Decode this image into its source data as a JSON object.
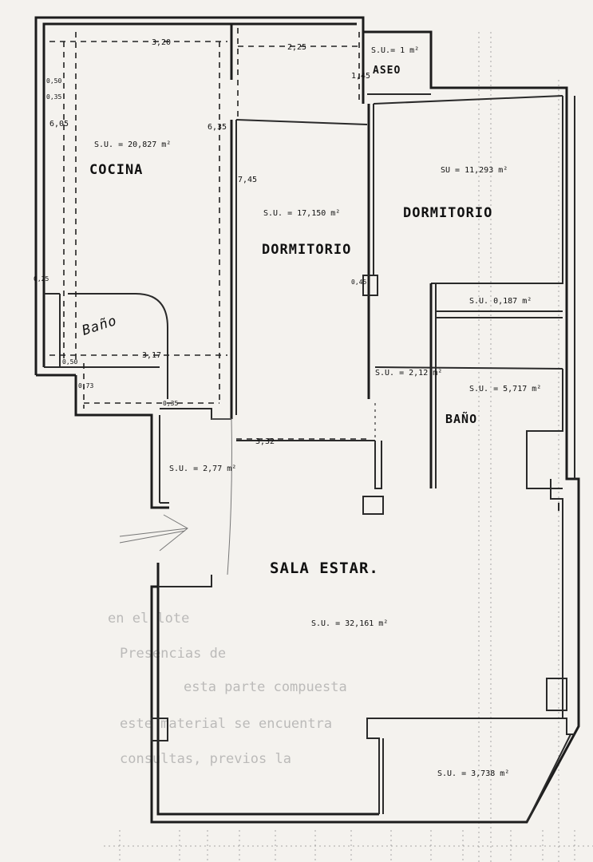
{
  "rooms": {
    "cocina": {
      "name": "COCINA",
      "area": "S.U. = 20,827 m²"
    },
    "aseo": {
      "name": "ASEO",
      "area": "S.U.= 1 m²"
    },
    "dormitorio_centro": {
      "name": "DORMITORIO",
      "area": "S.U. = 17,150 m²"
    },
    "dormitorio_derecha": {
      "name": "DORMITORIO",
      "area": "SU = 11,293 m²"
    },
    "bano_izq": {
      "name": "Baño"
    },
    "bano_der": {
      "name": "BAÑO",
      "area": "S.U. = 5,717 m²"
    },
    "pasillo_der": {
      "area": "S.U. 0,187 m²"
    },
    "armario": {
      "area": "S.U. = 2,12 m²"
    },
    "recibidor": {
      "area": "S.U. = 2,77 m²"
    },
    "sala": {
      "name": "SALA ESTAR.",
      "area": "S.U. = 32,161 m²"
    },
    "terraza": {
      "area": "S.U. = 3,738 m²"
    }
  },
  "dimensions": {
    "cocina_width": "3,20",
    "top_mid": "2,25",
    "aseo_h": "1,45",
    "cocina_h": "6,05",
    "cocina_h2": "6,35",
    "dorm_h": "7,45",
    "bano_width": "3,17",
    "small_1": "0,50",
    "small_2": "0,35",
    "small_3": "0,50",
    "small_4": "0,73",
    "small_5": "0,35",
    "small_6": "0,25",
    "dorm_bottom": "3,32",
    "door_gap": "0,45"
  },
  "background_text": [
    "en el lote",
    "Presencias de",
    "esta parte compuesta",
    "este material se encuentra",
    "consultas, previos la"
  ]
}
